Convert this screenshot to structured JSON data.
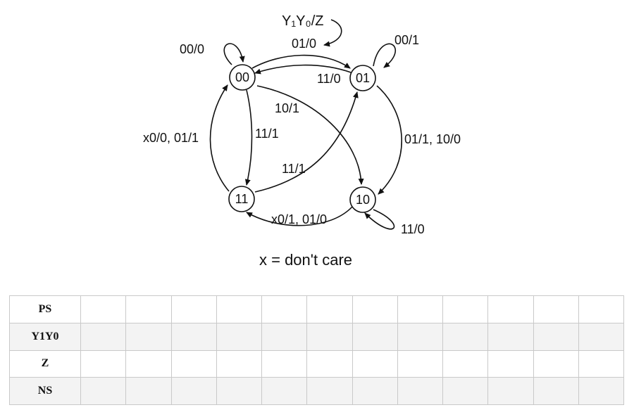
{
  "diagram": {
    "legend": "Y₁Y₀/Z",
    "states": [
      "00",
      "01",
      "10",
      "11"
    ],
    "transitions": [
      {
        "from": "00",
        "to": "00",
        "label": "00/0"
      },
      {
        "from": "00",
        "to": "01",
        "label": "01/0"
      },
      {
        "from": "01",
        "to": "00",
        "label": "11/0"
      },
      {
        "from": "01",
        "to": "01",
        "label": "00/1"
      },
      {
        "from": "00",
        "to": "10",
        "label": "10/1"
      },
      {
        "from": "00",
        "to": "11",
        "label": "11/1"
      },
      {
        "from": "11",
        "to": "00",
        "label": "x0/0, 01/1"
      },
      {
        "from": "11",
        "to": "01",
        "label": "11/1"
      },
      {
        "from": "01",
        "to": "10",
        "label": "01/1, 10/0"
      },
      {
        "from": "10",
        "to": "11",
        "label": "x0/1, 01/0"
      },
      {
        "from": "10",
        "to": "10",
        "label": "11/0"
      }
    ],
    "note": "x = don't care"
  },
  "table": {
    "row_labels": [
      "PS",
      "Y1Y0",
      "Z",
      "NS"
    ],
    "blank_columns": 12
  }
}
